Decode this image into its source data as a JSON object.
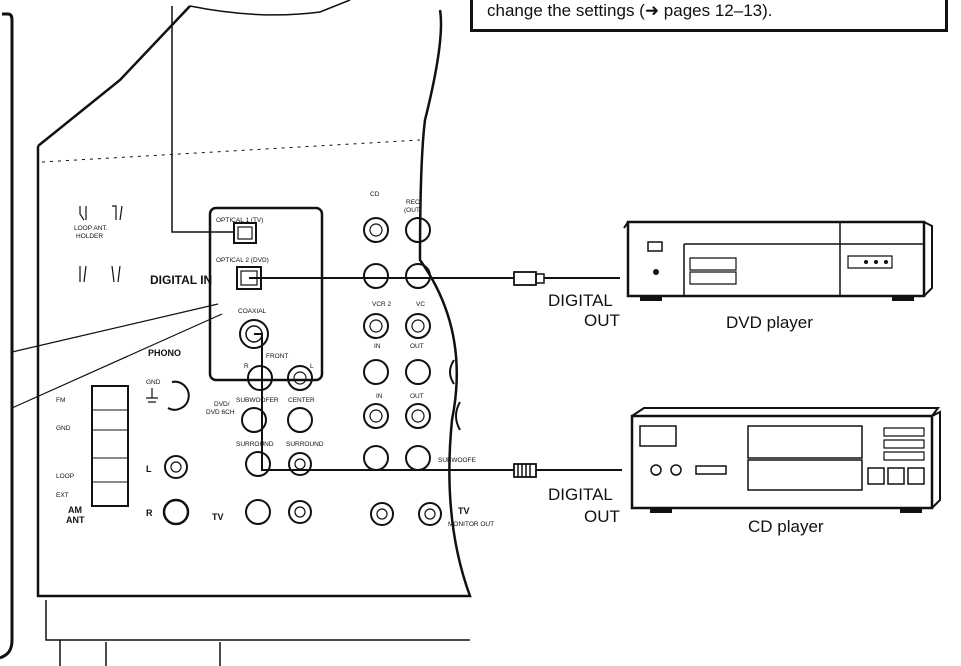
{
  "note": {
    "text": "change the settings (➜ pages 12–13)."
  },
  "receiver": {
    "terminals": {
      "optical1": "OPTICAL 1 (TV)",
      "optical2": "OPTICAL 2 (DVD)",
      "digital_in": "DIGITAL IN",
      "coaxial": "COAXIAL"
    },
    "jack_labels": {
      "cd": "CD",
      "rec_out": "REC",
      "rec_out2": "(OUT",
      "vcr2": "VCR 2",
      "vcr1": "VC",
      "phono": "PHONO",
      "gnd": "GND",
      "front": "FRONT",
      "subwoofer_in": "SUBWOOFER",
      "center": "CENTER",
      "dvd": "DVD/",
      "dvd6ch": "DVD 6CH",
      "surround": "SURROUND",
      "surround_r": "SURROUND",
      "subwoofer_out": "SUBWOOFE",
      "tv": "TV",
      "tv_monitor": "TV",
      "monitor_out": "MONITOR OUT",
      "in": "IN",
      "out": "OUT",
      "r": "R",
      "l": "L",
      "fm": "FM",
      "gnd_ant": "GND",
      "loop": "LOOP",
      "ext": "EXT",
      "am_ant_1": "AM",
      "am_ant_2": "ANT",
      "loop_ant_holder_1": "LOOP ANT.",
      "loop_ant_holder_2": "HOLDER"
    }
  },
  "devices": {
    "dvd": {
      "output_1": "DIGITAL",
      "output_2": "OUT",
      "name": "DVD player"
    },
    "cd": {
      "output_1": "DIGITAL",
      "output_2": "OUT",
      "name": "CD player"
    }
  }
}
